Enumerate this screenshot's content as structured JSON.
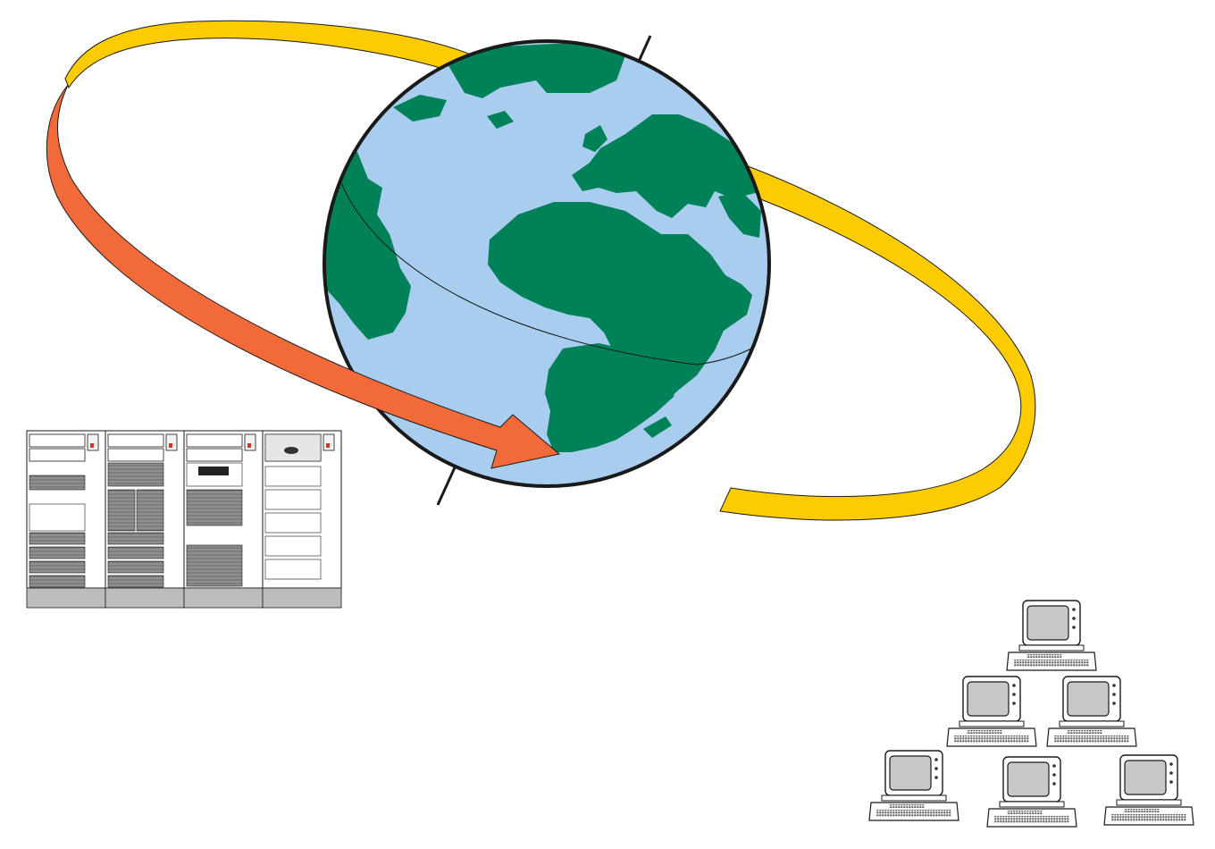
{
  "scene": {
    "background": "#ffffff",
    "icons": {
      "globe": "globe-icon",
      "orbit": "orbit-ribbon-icon",
      "arrow": "curved-arrow-icon",
      "mainframe": "mainframe-cabinets-icon",
      "workstation": "desktop-computer-icon"
    }
  },
  "colors": {
    "ocean": "#a9cdee",
    "land": "#008158",
    "orbit_yellow": "#fccb00",
    "arrow_orange": "#f26a39",
    "outline": "#1a1a1a",
    "cabinet_fill": "#ffffff",
    "cabinet_panel": "#8c8c8c",
    "cabinet_base": "#bdbdbd",
    "indicator_red": "#d9381e",
    "screen_gray": "#c8c8c8"
  },
  "network": {
    "mainframe_cabinet_count": 4,
    "workstation_count": 6,
    "workstation_rows": [
      1,
      2,
      3
    ]
  }
}
